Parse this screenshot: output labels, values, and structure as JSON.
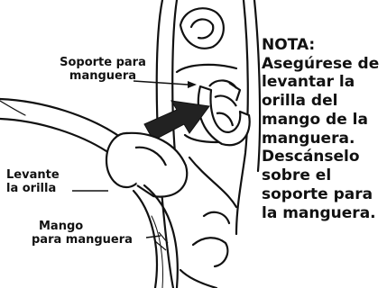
{
  "labels": {
    "support_line1": "Soporte para",
    "support_line2": "manguera",
    "lift_line1": "Levante",
    "lift_line2": "la orilla",
    "handle_line1": "Mango",
    "handle_line2": "para manguera"
  },
  "note": {
    "title": "NOTA:",
    "lines": [
      "Asegúrese de",
      "levantar la",
      "orilla del",
      "mango de la",
      "manguera.",
      "Descánselo",
      "sobre el",
      "soporte para",
      "la manguera."
    ]
  },
  "colors": {
    "ink": "#111111",
    "background": "#ffffff",
    "arrow": "#222222"
  }
}
